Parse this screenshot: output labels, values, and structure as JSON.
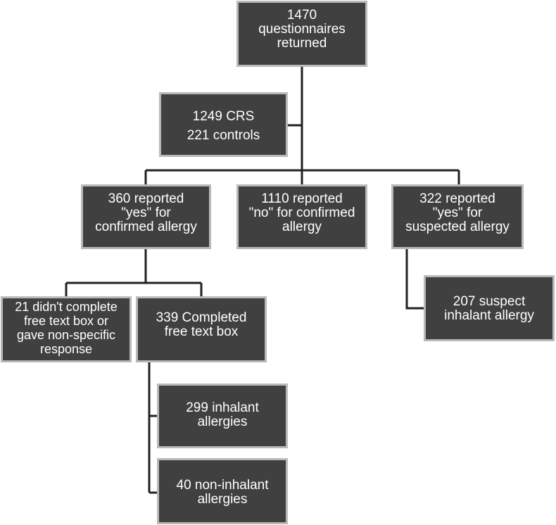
{
  "nodes": {
    "returned": {
      "lines": [
        "1470",
        "questionnaires",
        "returned"
      ]
    },
    "split": {
      "lines": [
        "1249 CRS",
        "221 controls"
      ]
    },
    "yes_confirmed": {
      "lines": [
        "360 reported",
        "\"yes\" for",
        "confirmed allergy"
      ]
    },
    "no_confirmed": {
      "lines": [
        "1110 reported",
        "\"no\" for confirmed",
        "allergy"
      ]
    },
    "yes_suspected": {
      "lines": [
        "322 reported",
        "\"yes\" for",
        "suspected allergy"
      ]
    },
    "incomplete": {
      "lines": [
        "21 didn't complete",
        "free text box or",
        "gave non-specific",
        "response"
      ]
    },
    "completed": {
      "lines": [
        "339 Completed",
        "free text box"
      ]
    },
    "suspect_inhalant": {
      "lines": [
        "207 suspect",
        "inhalant allergy"
      ]
    },
    "inhalant": {
      "lines": [
        "299 inhalant",
        "allergies"
      ]
    },
    "non_inhalant": {
      "lines": [
        "40 non-inhalant",
        "allergies"
      ]
    }
  }
}
